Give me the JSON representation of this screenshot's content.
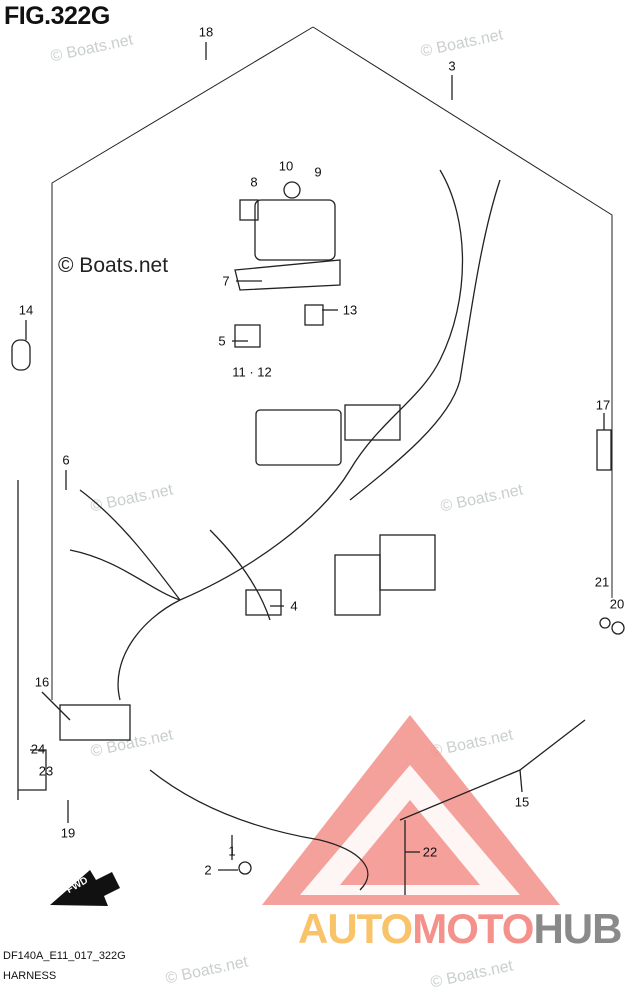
{
  "figure": {
    "title": "FIG.322G",
    "code": "DF140A_E11_017_322G",
    "name": "HARNESS"
  },
  "watermark": {
    "text": "© Boats.net",
    "main": "© Boats.net"
  },
  "logo": {
    "part1": "AUTO",
    "part2": "MOTO",
    "part3": "HUB"
  },
  "fwd_label": "FWD",
  "callouts": [
    "18",
    "3",
    "10",
    "9",
    "8",
    "7",
    "14",
    "13",
    "5",
    "11 · 12",
    "17",
    "6",
    "4",
    "21",
    "20",
    "16",
    "24",
    "23",
    "15",
    "19",
    "1",
    "22",
    "2"
  ]
}
